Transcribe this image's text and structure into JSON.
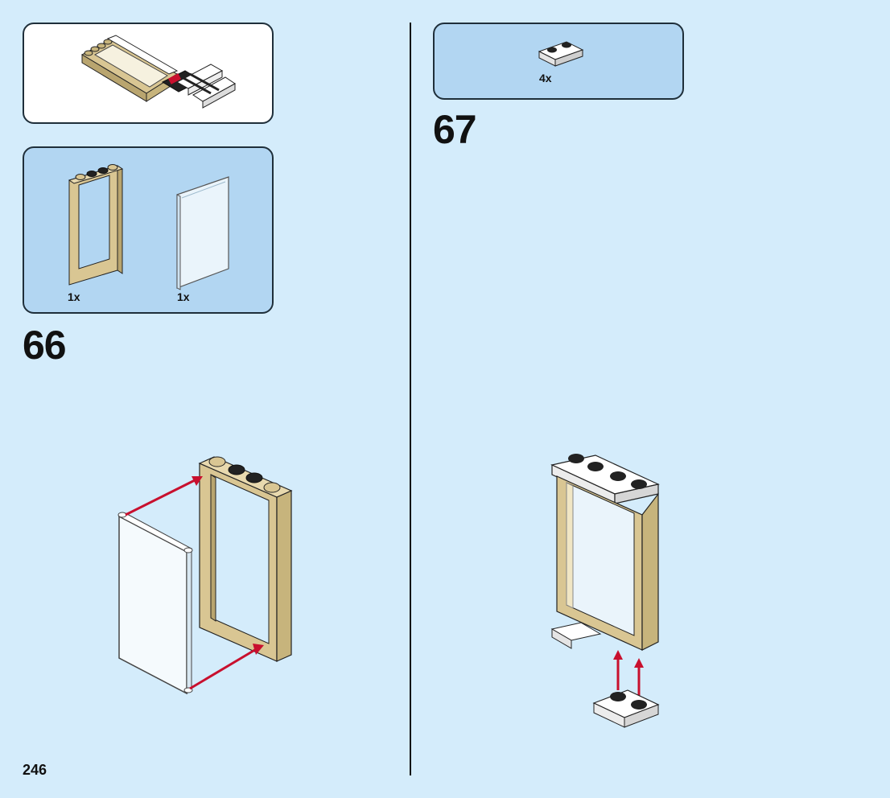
{
  "page": {
    "number": "246"
  },
  "colors": {
    "background": "#d4ecfb",
    "parts_panel": "#b2d6f2",
    "frame_tan": "#d9c693",
    "arrow_red": "#c8102e"
  },
  "step66": {
    "number": "66",
    "parts": [
      {
        "name": "tan-door-frame",
        "qty": "1x"
      },
      {
        "name": "trans-clear-glass-pane",
        "qty": "1x"
      }
    ]
  },
  "step67": {
    "number": "67",
    "parts": [
      {
        "name": "white-plate-1x2-with-rail",
        "qty": "4x"
      }
    ]
  }
}
